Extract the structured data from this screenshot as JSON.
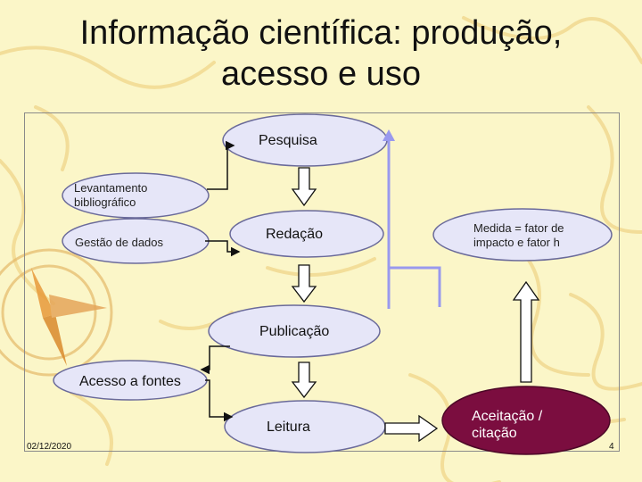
{
  "title": {
    "line1": "Informação científica: produção,",
    "line2": "acesso e uso"
  },
  "nodes": {
    "pesquisa": "Pesquisa",
    "levantamento": "Levantamento bibliográfico",
    "gestao": "Gestão de dados",
    "redacao": "Redação",
    "medida": "Medida = fator de impacto e fator h",
    "publicacao": "Publicação",
    "acesso": "Acesso a fontes",
    "leitura": "Leitura",
    "aceitacao": "Aceitação / citação"
  },
  "footer": {
    "date": "02/12/2020",
    "page": "4"
  },
  "colors": {
    "background": "#fbf6c8",
    "node_fill": "#e6e6f8",
    "node_edge": "#6a6a9a",
    "accent_node": "#7b0d3f",
    "feedback_line": "#9999ee"
  }
}
